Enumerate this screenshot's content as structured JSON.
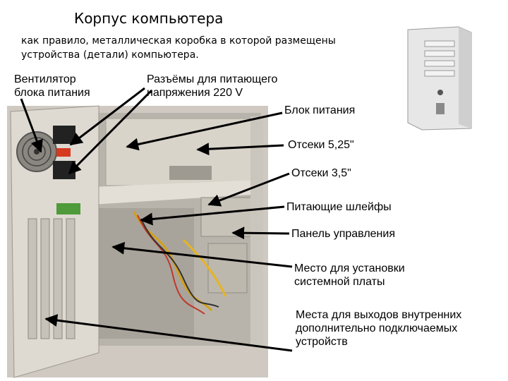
{
  "title": "Корпус компьютера",
  "subtitle": "как правило, металлическая коробка в которой размещены устройства (детали) компьютера.",
  "labels": {
    "fan_line1": "Вентилятор",
    "fan_line2": "блока питания",
    "connectors_line1": "Разъёмы для питающего",
    "connectors_line2": "напряжения 220 V",
    "psu": "Блок питания",
    "bays_525": "Отсеки 5,25\"",
    "bays_35": "Отсеки 3,5\"",
    "power_cables": "Питающие шлейфы",
    "control_panel": "Панель управления",
    "motherboard_line1": "Место для установки",
    "motherboard_line2": "системной платы",
    "expansion_line1": "Места для выходов внутренних",
    "expansion_line2": "дополнительно подключаемых",
    "expansion_line3": "устройств"
  }
}
